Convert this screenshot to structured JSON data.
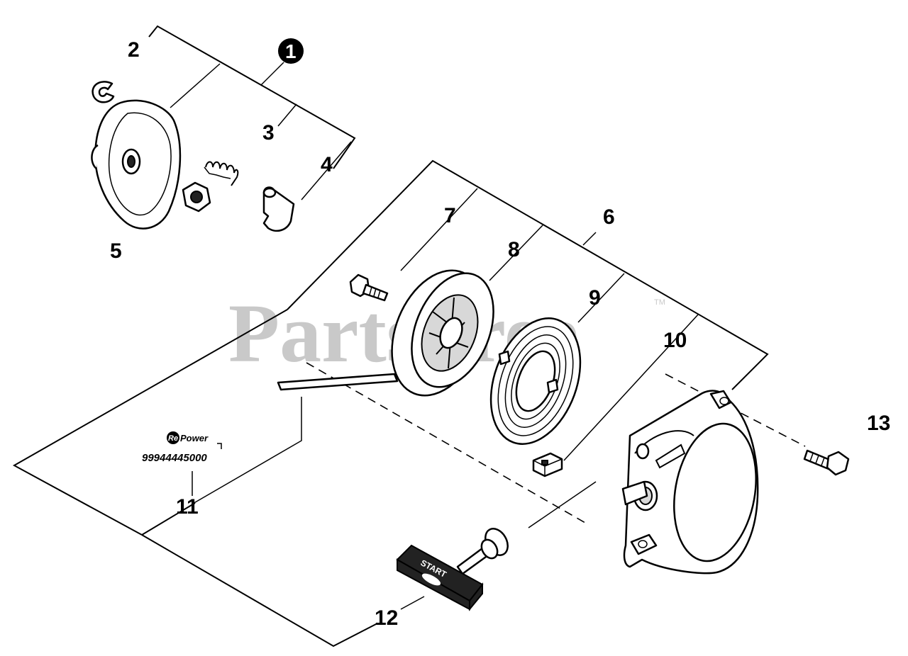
{
  "watermark": {
    "text": "PartsTree",
    "tm": "TM"
  },
  "callouts": {
    "c1": "1",
    "c2": "2",
    "c3": "3",
    "c4": "4",
    "c5": "5",
    "c6": "6",
    "c7": "7",
    "c8": "8",
    "c9": "9",
    "c10": "10",
    "c11": "11",
    "c12": "12",
    "c13": "13"
  },
  "repower": {
    "brand_re": "Re",
    "brand_power": "Power",
    "part_number": "99944445000"
  },
  "handle": {
    "label": "START"
  }
}
